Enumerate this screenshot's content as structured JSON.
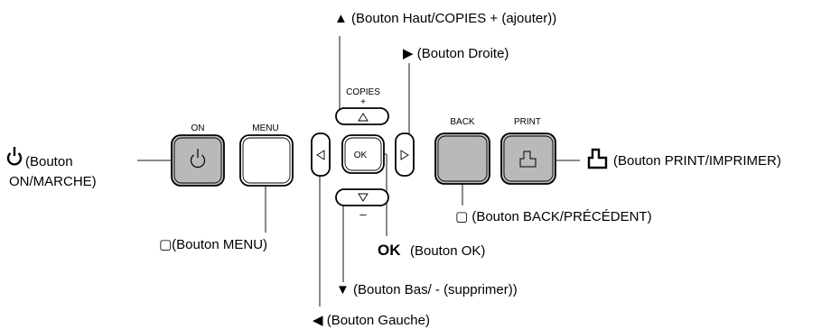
{
  "button_labels": {
    "on": "ON",
    "menu": "MENU",
    "copies": "COPIES",
    "copies_plus": "+",
    "minus": "–",
    "ok_face": "OK",
    "back": "BACK",
    "print": "PRINT"
  },
  "callouts": {
    "up": "▲ (Bouton Haut/COPIES + (ajouter))",
    "right": "▶ (Bouton Droite)",
    "on_line1": "(Bouton",
    "on_line2": "ON/MARCHE)",
    "menu": "▢(Bouton MENU)",
    "back": "▢ (Bouton BACK/PRÉCÉDENT)",
    "ok_symbol": "OK",
    "ok": "(Bouton OK)",
    "down": "▼ (Bouton Bas/ - (supprimer))",
    "left": "◀ (Bouton Gauche)",
    "print": "(Bouton PRINT/IMPRIMER)"
  },
  "icons": {
    "power": "power-icon",
    "print": "print-icon",
    "up": "triangle-up-icon",
    "down": "triangle-down-icon",
    "left": "triangle-left-icon",
    "right": "triangle-right-icon"
  },
  "colors": {
    "leader_lines": "#8a8a8a",
    "gray_buttons": "#b9b9b9"
  }
}
